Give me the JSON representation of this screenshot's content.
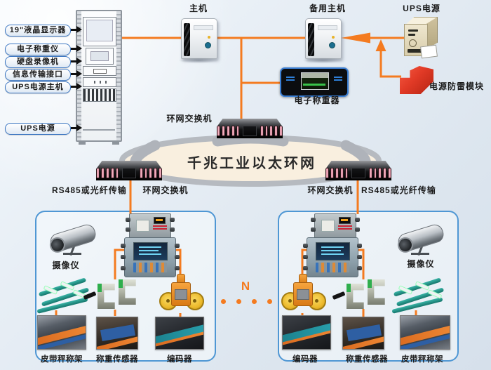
{
  "colors": {
    "accent_orange": "#F47B20",
    "group_box_blue": "#4F97D4",
    "rack_label_blue": "#3D77C2",
    "ring_fill": "#F9EFDF",
    "ring_band": "#B6BAC0",
    "switch_port_pink": "#F7B5C4",
    "surge_module_red": "#E13A26"
  },
  "rack": {
    "labels": [
      "19\"液晶显示器",
      "电子称重仪",
      "硬盘录像机",
      "信息传输接口",
      "UPS电源主机"
    ],
    "ups_label": "UPS电源"
  },
  "top": {
    "host": "主机",
    "backup_host": "备用主机",
    "ups": "UPS电源",
    "surge_module": "电源防雷模块",
    "weigher": "电子称重器"
  },
  "ring": {
    "title": "千兆工业以太环网",
    "top_switch": "环网交换机",
    "left_switch": "环网交换机",
    "right_switch": "环网交换机",
    "left_link": "RS485或光纤传输",
    "right_link": "RS485或光纤传输"
  },
  "left_group": {
    "camera": "摄像仪",
    "devices": [
      "皮带秤称架",
      "称重传感器",
      "编码器"
    ]
  },
  "right_group": {
    "camera": "摄像仪",
    "devices": [
      "编码器",
      "称重传感器",
      "皮带秤称架"
    ]
  },
  "separator": {
    "n": "N"
  }
}
